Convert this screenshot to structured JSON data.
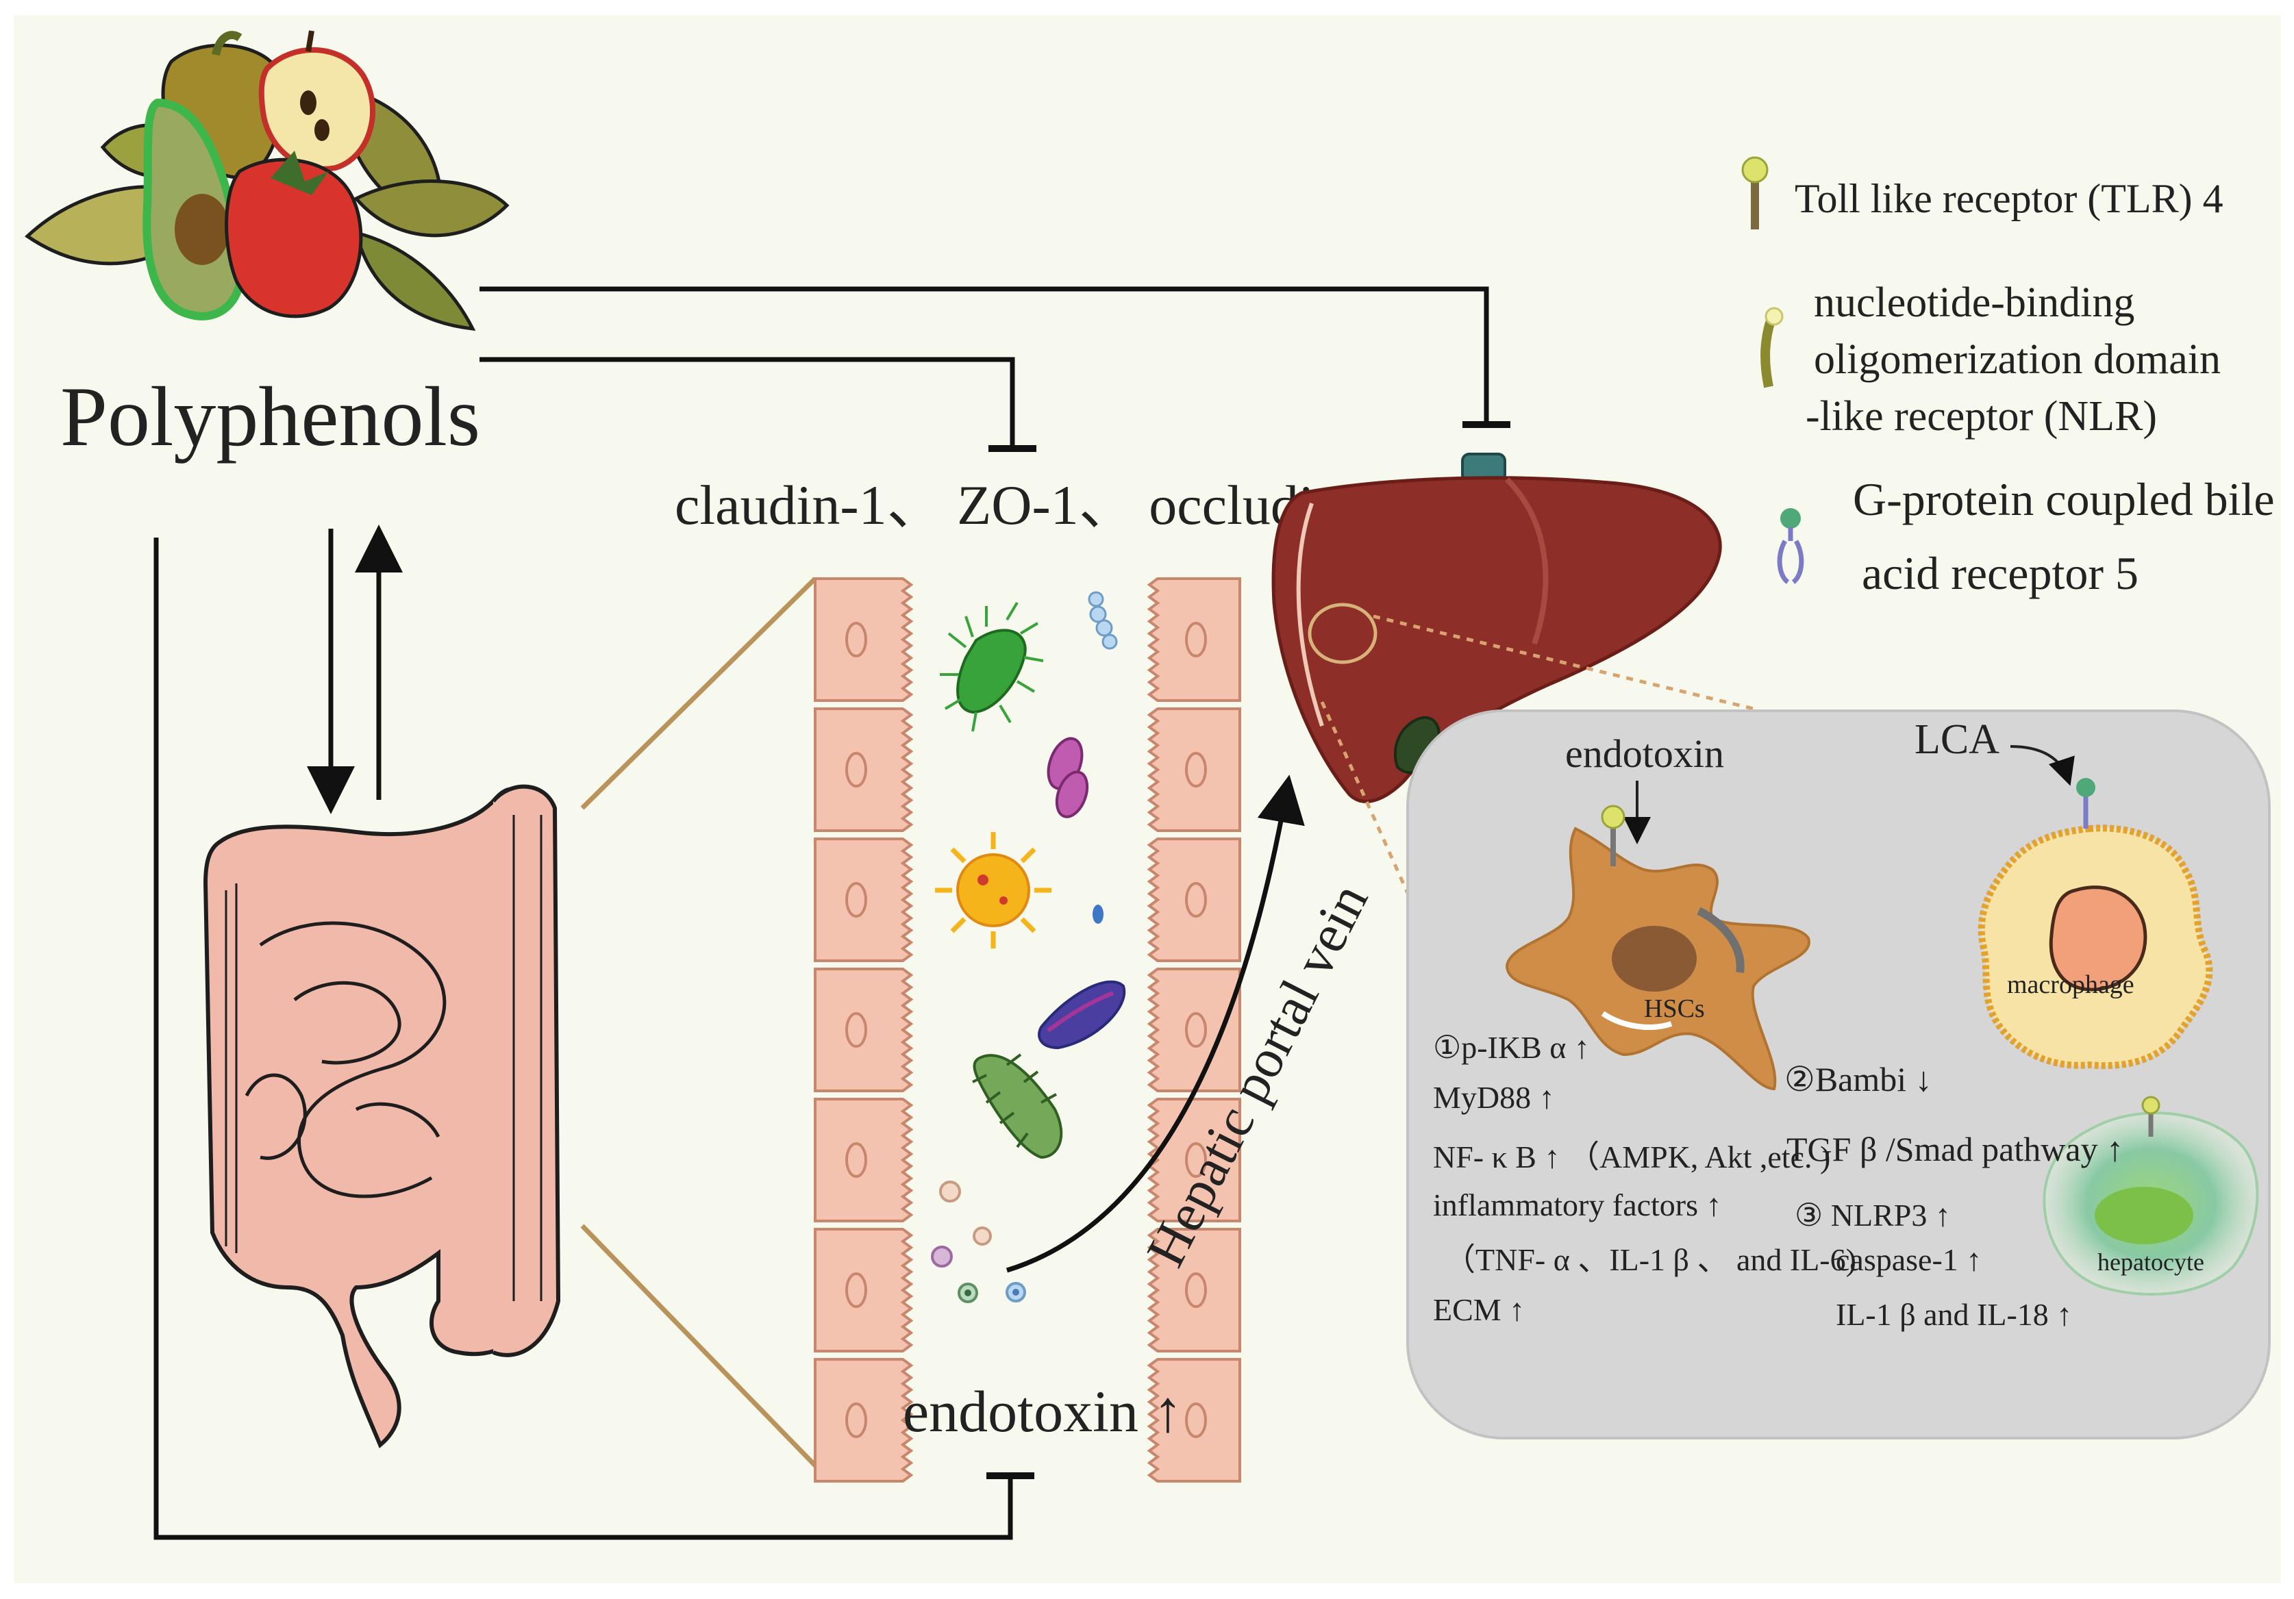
{
  "title": "Polyphenols",
  "junction_proteins": "claudin-1、 ZO-1、 occludin ↓",
  "gut_endotoxin": "endotoxin ↑",
  "portal_vein": "Hepatic portal vein",
  "legend": {
    "tlr4": "Toll like receptor (TLR) 4",
    "nlr": [
      "nucleotide-binding",
      "oligomerization domain",
      "-like receptor (NLR)"
    ],
    "gpbar": [
      "G-protein coupled bile",
      "acid receptor 5"
    ]
  },
  "liver_panel": {
    "endotoxin_label": "endotoxin",
    "lca_label": "LCA",
    "hsc_label": "HSCs",
    "macrophage_label": "macrophage",
    "hepatocyte_label": "hepatocyte",
    "pathway1": {
      "l1": "①p-IKB α ↑",
      "l2": "MyD88 ↑",
      "l3": "NF- κ B ↑ （AMPK, Akt ,etc. )",
      "l4": "inflammatory factors ↑",
      "l5": "（TNF- α 、IL-1 β 、 and IL-6)",
      "l6": "ECM ↑"
    },
    "pathway2": {
      "l1": "②Bambi ↓",
      "l2": "TGF β /Smad pathway ↑"
    },
    "pathway3": {
      "l1": "③ NLRP3 ↑",
      "l2": "caspase-1 ↑",
      "l3": "IL-1 β  and IL-18 ↑"
    }
  },
  "colors": {
    "background": "#f7f8ee",
    "liver": "#8e2e28",
    "panel": "#d6d6d6",
    "intestine": "#f1b9aa",
    "epithelium": "#f4c3b0",
    "line": "#111111"
  }
}
